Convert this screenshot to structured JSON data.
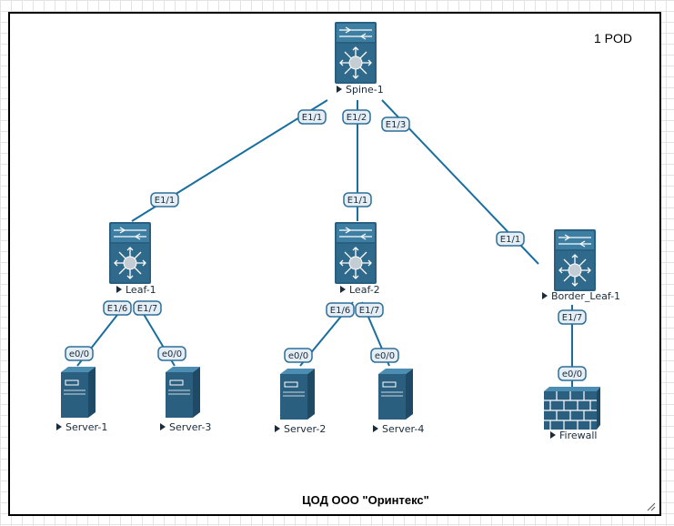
{
  "diagram": {
    "corner_label": "1 POD",
    "caption": "ЦОД ООО \"Оринтекс\"",
    "devices": {
      "spine1": {
        "label": "Spine-1",
        "icon": "nexus-switch-icon"
      },
      "leaf1": {
        "label": "Leaf-1",
        "icon": "nexus-switch-icon"
      },
      "leaf2": {
        "label": "Leaf-2",
        "icon": "nexus-switch-icon"
      },
      "border_leaf1": {
        "label": "Border_Leaf-1",
        "icon": "nexus-switch-icon"
      },
      "server1": {
        "label": "Server-1",
        "icon": "server-icon"
      },
      "server3": {
        "label": "Server-3",
        "icon": "server-icon"
      },
      "server2": {
        "label": "Server-2",
        "icon": "server-icon"
      },
      "server4": {
        "label": "Server-4",
        "icon": "server-icon"
      },
      "firewall": {
        "label": "Firewall",
        "icon": "firewall-icon"
      }
    },
    "links": [
      {
        "from": "Spine-1",
        "from_port": "E1/1",
        "to": "Leaf-1",
        "to_port": "E1/1"
      },
      {
        "from": "Spine-1",
        "from_port": "E1/2",
        "to": "Leaf-2",
        "to_port": "E1/1"
      },
      {
        "from": "Spine-1",
        "from_port": "E1/3",
        "to": "Border_Leaf-1",
        "to_port": "E1/1"
      },
      {
        "from": "Leaf-1",
        "from_port": "E1/6",
        "to": "Server-1",
        "to_port": "e0/0"
      },
      {
        "from": "Leaf-1",
        "from_port": "E1/7",
        "to": "Server-3",
        "to_port": "e0/0"
      },
      {
        "from": "Leaf-2",
        "from_port": "E1/6",
        "to": "Server-2",
        "to_port": "e0/0"
      },
      {
        "from": "Leaf-2",
        "from_port": "E1/7",
        "to": "Server-4",
        "to_port": "e0/0"
      },
      {
        "from": "Border_Leaf-1",
        "from_port": "E1/7",
        "to": "Firewall",
        "to_port": "e0/0"
      }
    ],
    "colors": {
      "link": "#1a6e9e",
      "device_dark": "#2b5f80",
      "device_mid": "#3d7ea3",
      "port_fill": "#e6eef5"
    }
  }
}
